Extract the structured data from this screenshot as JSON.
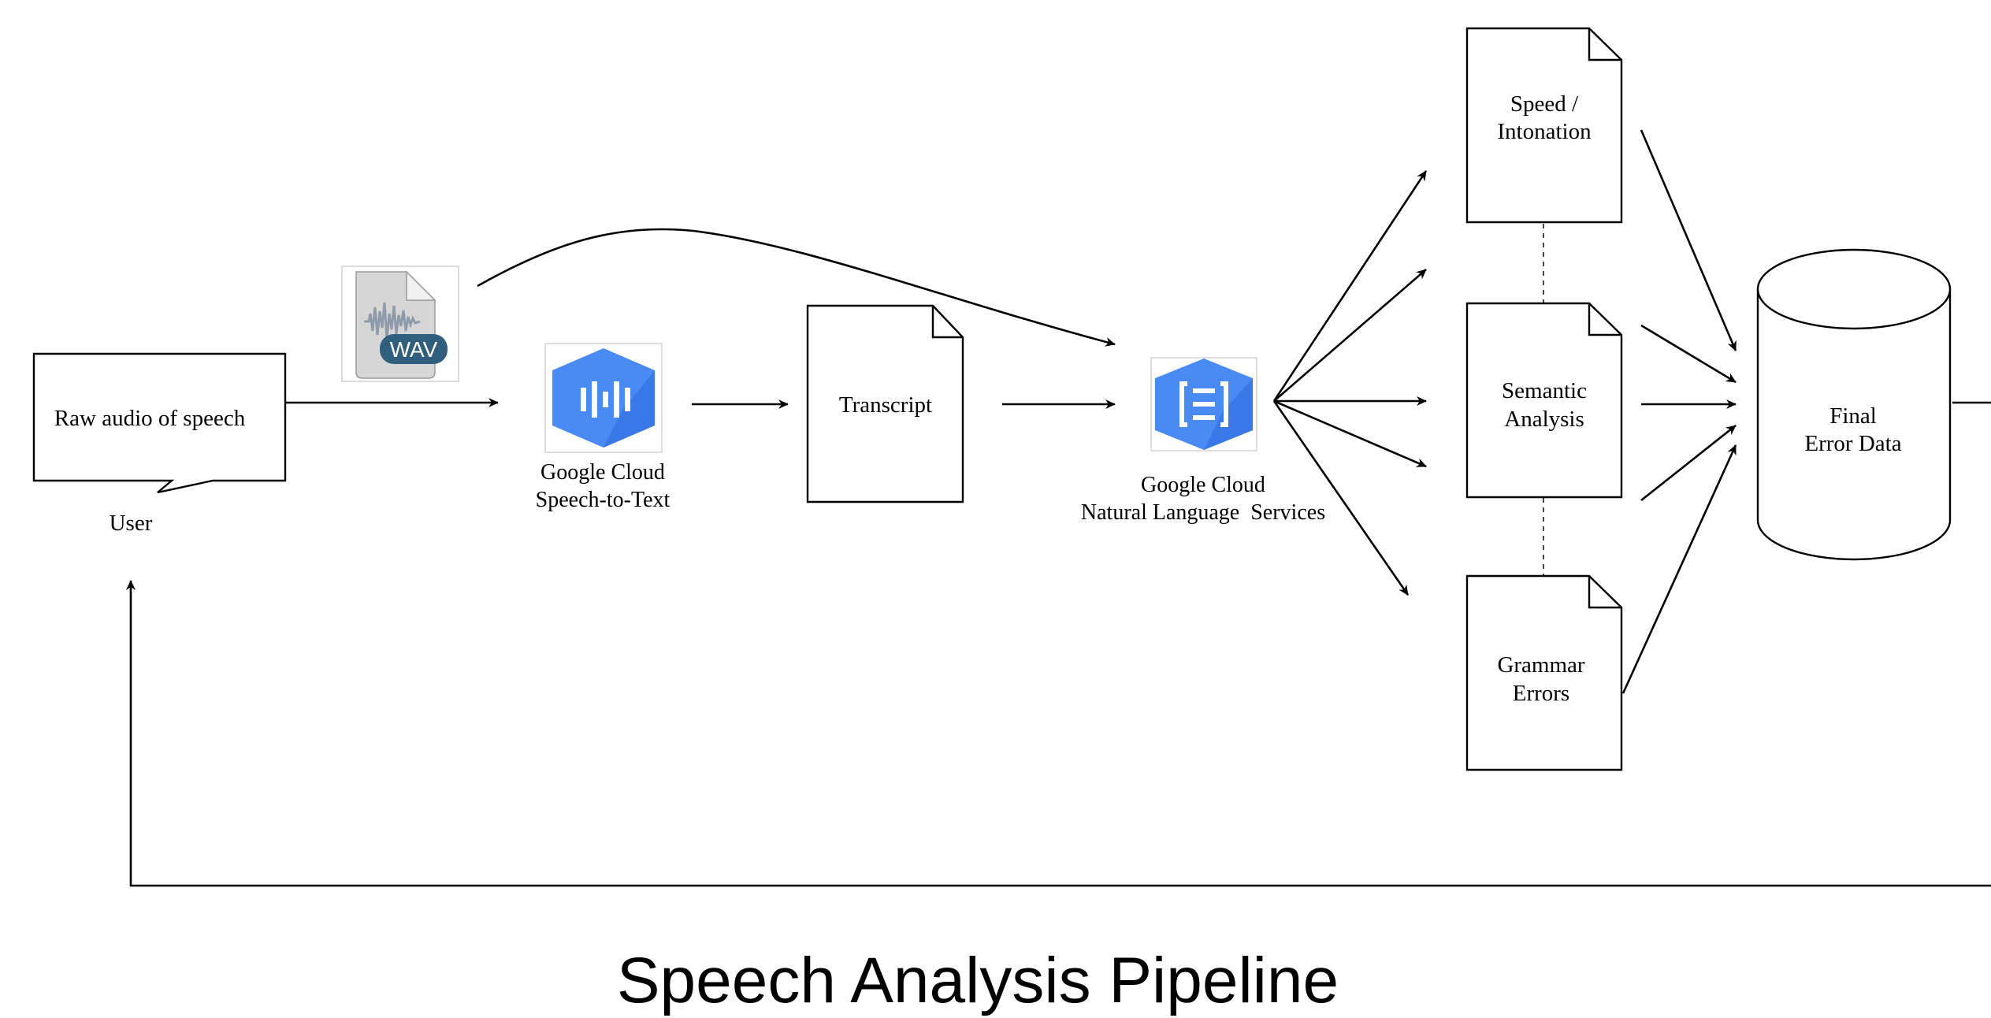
{
  "title": "Speech Analysis Pipeline",
  "nodes": {
    "user_callout": {
      "label": "Raw audio of speech",
      "caption": "User"
    },
    "wav_file": {
      "badge": "WAV",
      "icon": "audio-file-icon"
    },
    "speech_to_text": {
      "line1": "Google Cloud",
      "line2": "Speech-to-Text",
      "icon": "speech-to-text-icon"
    },
    "transcript": {
      "label": "Transcript"
    },
    "natural_language": {
      "line1": "Google Cloud",
      "line2": "Natural Language  Services",
      "icon": "natural-language-icon"
    },
    "speed_intonation": {
      "line1": "Speed /",
      "line2": "Intonation"
    },
    "semantic_analysis": {
      "line1": "Semantic",
      "line2": "Analysis"
    },
    "grammar_errors": {
      "line1": "Grammar",
      "line2": "Errors"
    },
    "final_error_data": {
      "line1": "Final",
      "line2": "Error Data"
    }
  },
  "colors": {
    "gcp_blue": "#4a8af4",
    "gcp_blue_dark": "#3b78e7",
    "wav_badge": "#2f5f7d",
    "wav_waveform": "#8f9baa",
    "line": "#000000"
  }
}
